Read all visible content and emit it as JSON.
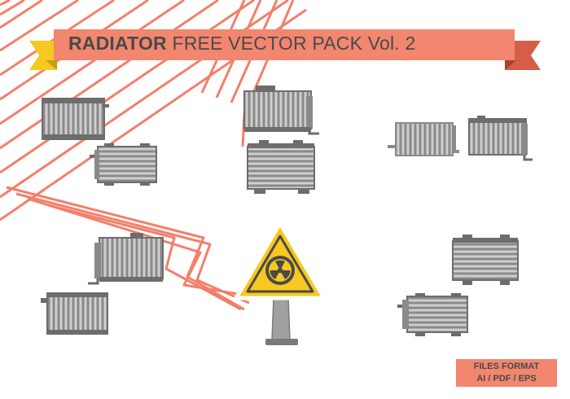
{
  "banner": {
    "title_bold": "RADIATOR",
    "title_rest": "FREE VECTOR PACK Vol. 2"
  },
  "footer": {
    "line1": "FILES FORMAT",
    "line2": "AI / PDF / EPS"
  },
  "colors": {
    "background": "#ffffff",
    "pipe": "#f37f6b",
    "ribbon": "#f2866f",
    "ribbon_dark": "#d45e48",
    "ribbon_tail": "#f7c820",
    "warning": "#f7c820",
    "radiator_light": "#a6a6a6",
    "radiator_dark": "#6d6d6d",
    "text": "#4a4a4a"
  },
  "icons": [
    "radiation-warning-icon",
    "radiator-icon"
  ]
}
